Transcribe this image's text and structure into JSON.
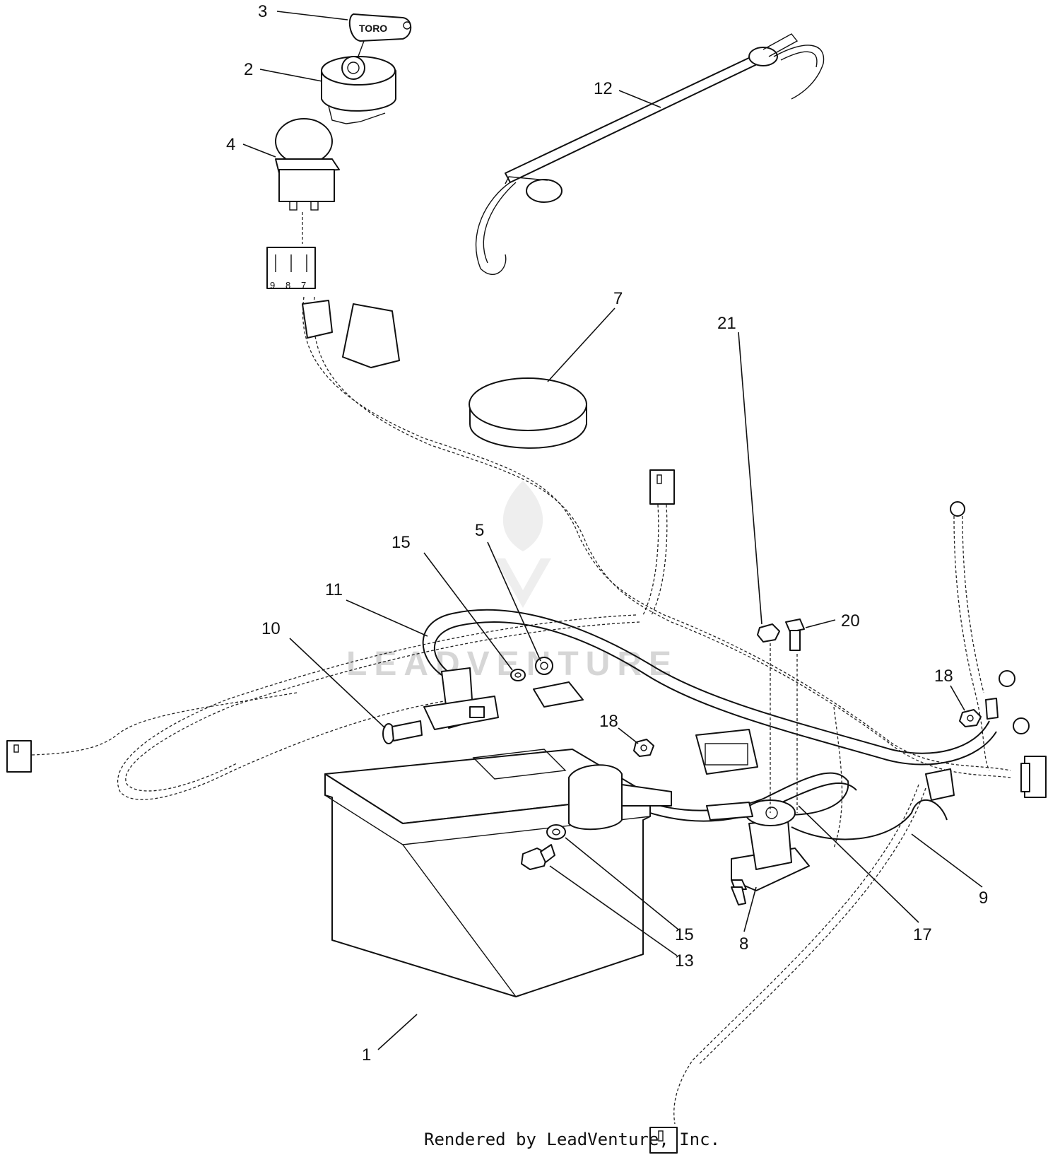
{
  "callouts": [
    {
      "id": "1",
      "label": "1"
    },
    {
      "id": "2",
      "label": "2"
    },
    {
      "id": "3",
      "label": "3"
    },
    {
      "id": "4",
      "label": "4"
    },
    {
      "id": "5",
      "label": "5"
    },
    {
      "id": "7",
      "label": "7"
    },
    {
      "id": "8",
      "label": "8"
    },
    {
      "id": "9",
      "label": "9"
    },
    {
      "id": "10",
      "label": "10"
    },
    {
      "id": "11",
      "label": "11"
    },
    {
      "id": "12",
      "label": "12"
    },
    {
      "id": "13",
      "label": "13"
    },
    {
      "id": "15a",
      "label": "15"
    },
    {
      "id": "15b",
      "label": "15"
    },
    {
      "id": "17",
      "label": "17"
    },
    {
      "id": "18a",
      "label": "18"
    },
    {
      "id": "18b",
      "label": "18"
    },
    {
      "id": "20",
      "label": "20"
    },
    {
      "id": "21",
      "label": "21"
    }
  ],
  "key_brand": "TORO",
  "connector_pins": [
    "9",
    "8",
    "7"
  ],
  "watermark": "LEADVENTURE",
  "credit": "Rendered by LeadVenture, Inc."
}
